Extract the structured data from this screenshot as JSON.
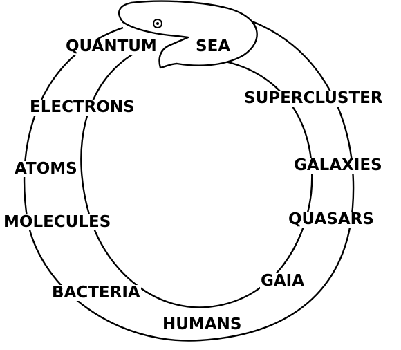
{
  "diagram": {
    "labels": {
      "quantum": "QUANTUM",
      "sea": "SEA",
      "supercluster": "SUPERCLUSTER",
      "electrons": "ELECTRONS",
      "galaxies": "GALAXIES",
      "atoms": "ATOMS",
      "molecules": "MOLECULES",
      "quasars": "QUASARS",
      "gaia": "GAIA",
      "bacteria": "BACTERIA",
      "humans": "HUMANS"
    }
  }
}
